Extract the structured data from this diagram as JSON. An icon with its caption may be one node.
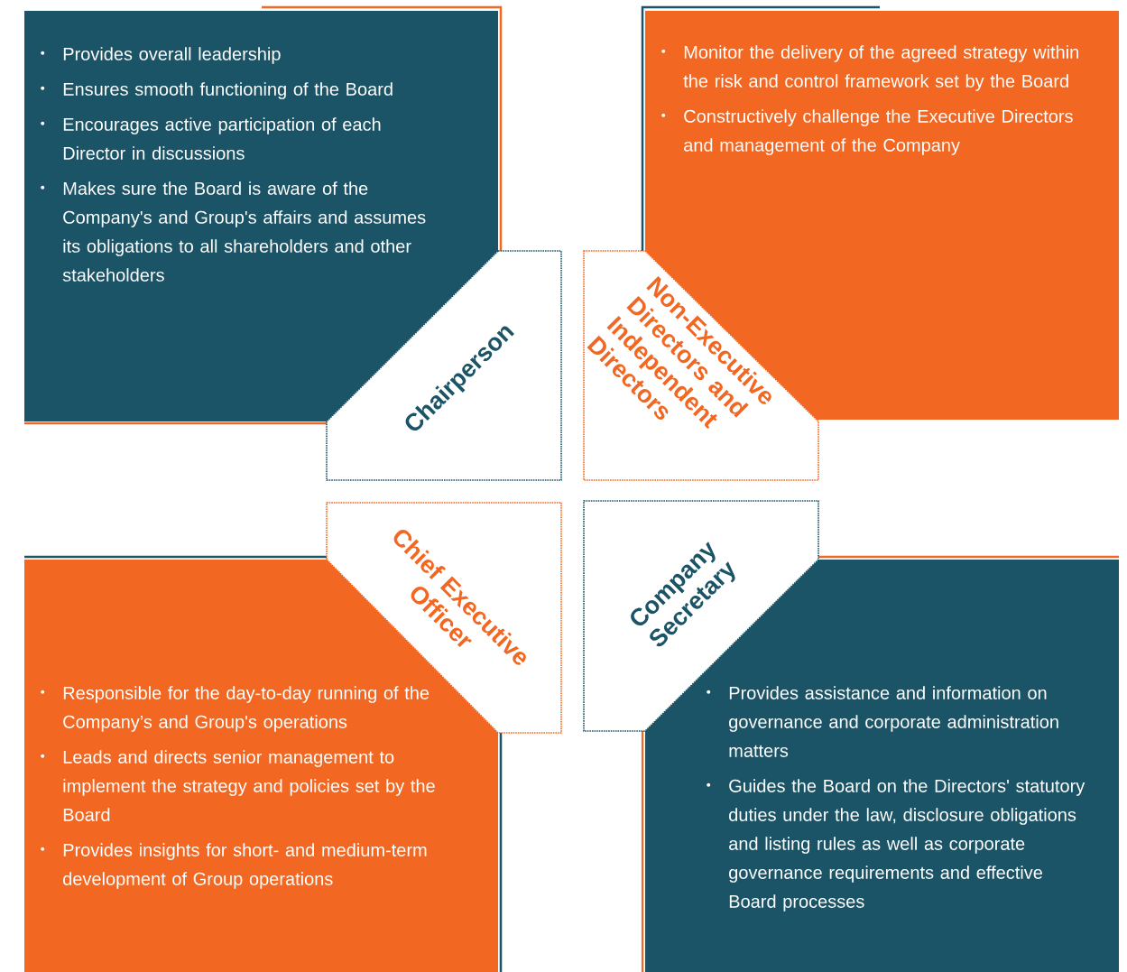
{
  "diagram": {
    "nodes": [
      {
        "text": [
          "Provides overall leadership",
          "Ensures smooth functioning of the Board",
          "Encourages active participation of each Director in discussions",
          "Makes sure the Board is aware of the Company's and Group's affairs and assumes its obligations to all shareholders and other stakeholders"
        ]
      },
      {
        "text": [
          "Chairperson"
        ]
      },
      {
        "text": [
          "Monitor the delivery of the agreed strategy within the risk and control framework set by the Board",
          "Constructively challenge the Executive Directors and management of the Company"
        ]
      },
      {
        "text": [
          "Non-Executive Directors and Independent Directors"
        ]
      },
      {
        "text": [
          "Responsible for the day-to-day running of the Company’s and Group's operations",
          "Leads and directs senior management to implement the strategy and policies set by the Board",
          "Provides insights for short- and medium-term development of Group operations"
        ]
      },
      {
        "text": [
          "Chief Executive Officer"
        ]
      },
      {
        "text": [
          "Provides assistance and information on governance and corporate administration matters",
          "Guides the Board on the Directors' statutory duties under the law, disclosure obligations and listing rules as well as corporate governance requirements and effective Board processes"
        ]
      },
      {
        "text": [
          "Company Secretary"
        ]
      }
    ]
  }
}
